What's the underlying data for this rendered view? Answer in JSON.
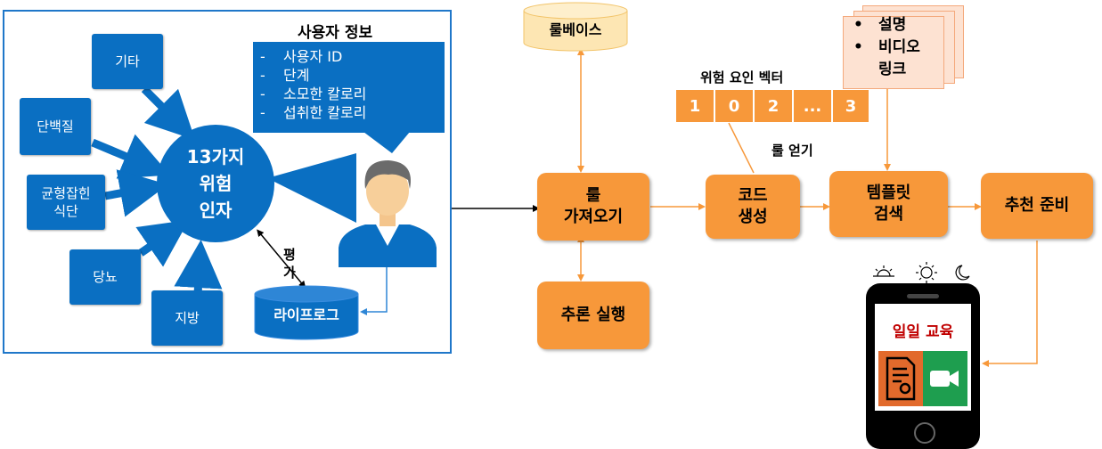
{
  "left_panel": {
    "user_info_title": "사용자 정보",
    "user_info_items": [
      "사용자 ID",
      "단계",
      "소모한 칼로리",
      "섭취한 칼로리"
    ],
    "risk_factors_center": [
      "13가지",
      "위험",
      "인자"
    ],
    "factors": {
      "other": "기타",
      "protein": "단백질",
      "balanced_diet": [
        "균형잡힌",
        "식단"
      ],
      "diabetes": "당뇨",
      "fat": "지방"
    },
    "evaluate_label": [
      "평",
      "가"
    ],
    "lifelog_db": "라이프로그"
  },
  "flow": {
    "rulebase_db": "룰베이스",
    "fetch_rules": [
      "룰",
      "가져오기"
    ],
    "run_inference": "추론 실행",
    "risk_vector_label": "위험 요인 벡터",
    "risk_vector_values": [
      "1",
      "0",
      "2",
      "...",
      "3"
    ],
    "get_rules_label": "룰 얻기",
    "code_gen": [
      "코드",
      "생성"
    ],
    "template_search": [
      "템플릿",
      "검색"
    ],
    "prepare_recommendation": "추천 준비",
    "templates": [
      "설명",
      "비디오",
      "링크"
    ],
    "daily_education": "일일 교육"
  },
  "colors": {
    "blue": "#0a6fc2",
    "orange": "#f7983a",
    "db_fill": "#fde6b3",
    "red_text": "#c00000"
  }
}
